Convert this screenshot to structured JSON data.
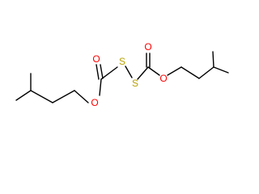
{
  "molecule": {
    "colors": {
      "bond": "#000000",
      "oxygen": "#ff0000",
      "sulfur": "#b8a100",
      "background": "#ffffff"
    },
    "atoms": {
      "o_carbonyl_left": "O",
      "s_left": "S",
      "s_right": "S",
      "o_ester_left": "O",
      "o_carbonyl_right": "O",
      "o_ester_right": "O"
    }
  }
}
